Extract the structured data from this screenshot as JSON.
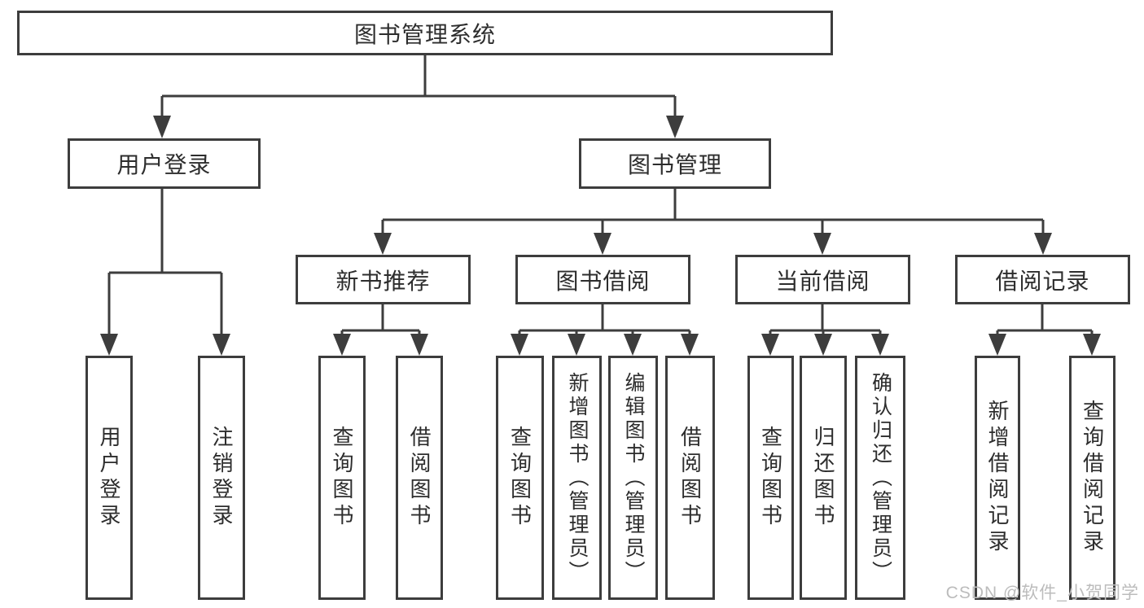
{
  "colors": {
    "line": "#3d3d3d",
    "box_border": "#3d3d3d",
    "text": "#2d2d2d",
    "background": "#ffffff",
    "watermark": "#bcbcbc"
  },
  "tree": {
    "root": {
      "label": "图书管理系统"
    },
    "branches": [
      {
        "label": "用户登录",
        "children": [
          {
            "label": "用户登录"
          },
          {
            "label": "注销登录"
          }
        ]
      },
      {
        "label": "图书管理",
        "children": [
          {
            "label": "新书推荐",
            "children": [
              {
                "label": "查询图书"
              },
              {
                "label": "借阅图书"
              }
            ]
          },
          {
            "label": "图书借阅",
            "children": [
              {
                "label": "查询图书"
              },
              {
                "label": "新增图书（管理员）"
              },
              {
                "label": "编辑图书（管理员）"
              },
              {
                "label": "借阅图书"
              }
            ]
          },
          {
            "label": "当前借阅",
            "children": [
              {
                "label": "查询图书"
              },
              {
                "label": "归还图书"
              },
              {
                "label": "确认归还（管理员）"
              }
            ]
          },
          {
            "label": "借阅记录",
            "children": [
              {
                "label": "新增借阅记录"
              },
              {
                "label": "查询借阅记录"
              }
            ]
          }
        ]
      }
    ]
  },
  "watermark": {
    "text": "CSDN @软件_小贺同学"
  }
}
